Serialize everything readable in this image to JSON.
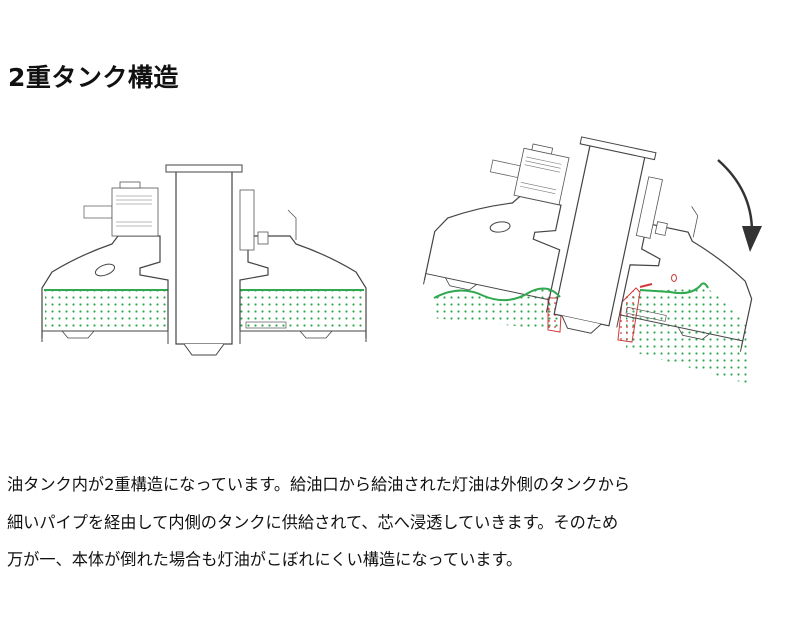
{
  "title": "2重タンク構造",
  "diagram": {
    "left_state": "upright",
    "right_state": "tilted",
    "colors": {
      "fuel": "#2fa84f",
      "inner_tank": "#d03a3a",
      "outline": "#444444",
      "arrow": "#333333"
    }
  },
  "body_lines": [
    "油タンク内が2重構造になっています。給油口から給油された灯油は外側のタンクから",
    "細いパイプを経由して内側のタンクに供給されて、芯へ浸透していきます。そのため",
    "万が一、本体が倒れた場合も灯油がこぼれにくい構造になっています。"
  ]
}
